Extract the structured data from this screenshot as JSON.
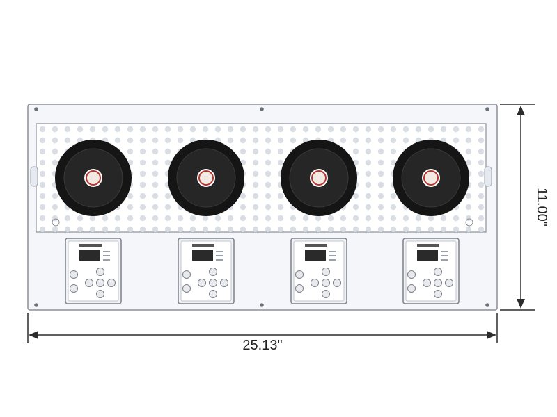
{
  "diagram": {
    "dimensions": {
      "width_label": "25.13\"",
      "height_label": "11.00\""
    },
    "colors": {
      "panel_fill": "#f4f6fa",
      "panel_stroke": "#8a8f99",
      "perforated_fill": "#ffffff",
      "hole_fill": "#d9dde4",
      "speaker_outer": "#151515",
      "speaker_inner": "#262626",
      "cap_ring": "#b8322e",
      "cap_fill": "#f3e9e3",
      "control_fill": "#f1f3f6",
      "control_stroke": "#7b808a",
      "display_fill": "#2a2a2a",
      "dimension_line": "#2b2b2b"
    },
    "units": [
      {
        "speaker": "speaker-1",
        "control": "control-panel-1"
      },
      {
        "speaker": "speaker-2",
        "control": "control-panel-2"
      },
      {
        "speaker": "speaker-3",
        "control": "control-panel-3"
      },
      {
        "speaker": "speaker-4",
        "control": "control-panel-4"
      }
    ]
  }
}
